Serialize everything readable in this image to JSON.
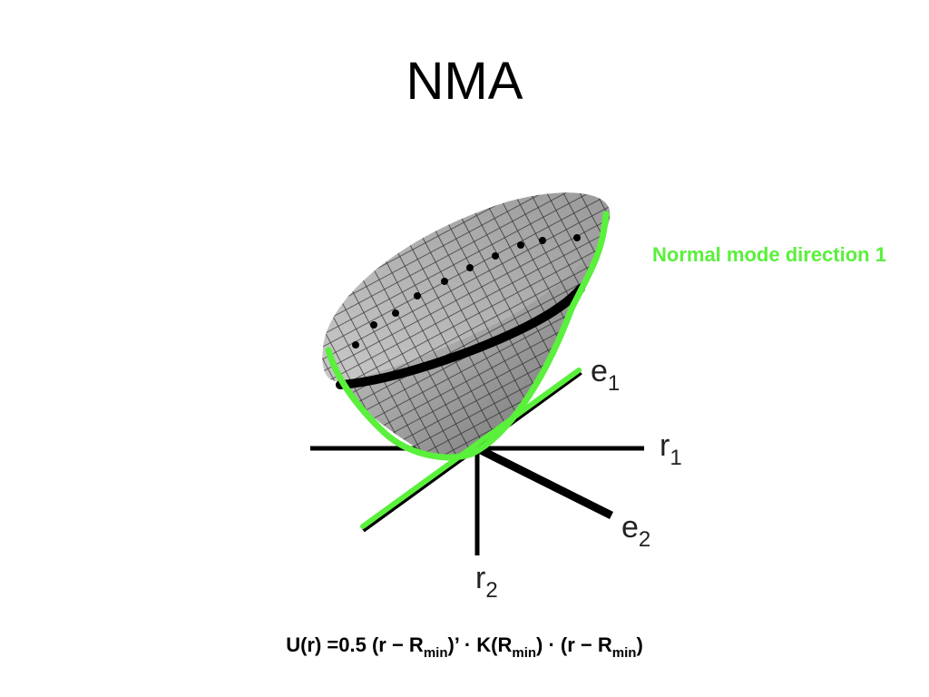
{
  "slide": {
    "title": "NMA",
    "annotation": "Normal mode direction 1",
    "accent_color": "#5af03c",
    "axes": {
      "e1": {
        "base": "e",
        "sub": "1"
      },
      "e2": {
        "base": "e",
        "sub": "2"
      },
      "r1": {
        "base": "r",
        "sub": "1"
      },
      "r2": {
        "base": "r",
        "sub": "2"
      }
    },
    "equation": {
      "part1": "U(r) =0.5 (r − R",
      "sub1": "min",
      "part2": ")’ · K(R",
      "sub2": "min",
      "part3": ") · (r − R",
      "sub3": "min",
      "part4": ")"
    }
  }
}
